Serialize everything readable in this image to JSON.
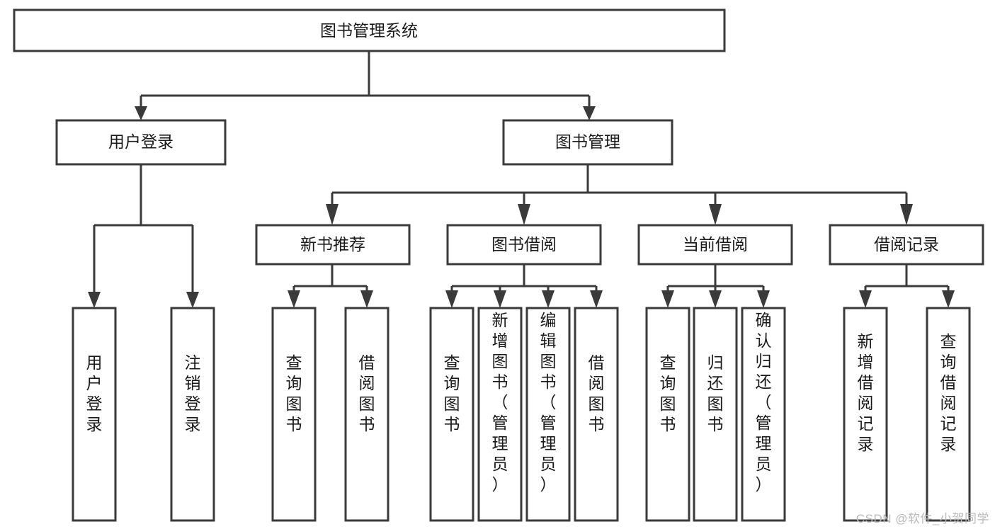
{
  "diagram": {
    "type": "tree",
    "title": "图书管理系统",
    "watermark": "CSDN @软件_小贺同学",
    "root": {
      "id": "root",
      "label": "图书管理系统",
      "orientation": "horizontal"
    },
    "level1": [
      {
        "id": "user-login",
        "label": "用户登录",
        "orientation": "horizontal"
      },
      {
        "id": "book-manage",
        "label": "图书管理",
        "orientation": "horizontal"
      }
    ],
    "level2": [
      {
        "id": "new-book-rec",
        "label": "新书推荐",
        "parent": "book-manage",
        "orientation": "horizontal"
      },
      {
        "id": "book-borrow",
        "label": "图书借阅",
        "parent": "book-manage",
        "orientation": "horizontal"
      },
      {
        "id": "current-borrow",
        "label": "当前借阅",
        "parent": "book-manage",
        "orientation": "horizontal"
      },
      {
        "id": "borrow-record",
        "label": "借阅记录",
        "parent": "book-manage",
        "orientation": "horizontal"
      }
    ],
    "leaves": [
      {
        "id": "leaf-user-login",
        "label": "用户登录",
        "parent": "user-login",
        "orientation": "vertical"
      },
      {
        "id": "leaf-user-logout",
        "label": "注销登录",
        "parent": "user-login",
        "orientation": "vertical"
      },
      {
        "id": "leaf-query-book-rec",
        "label": "查询图书",
        "parent": "new-book-rec",
        "orientation": "vertical"
      },
      {
        "id": "leaf-borrow-book-rec",
        "label": "借阅图书",
        "parent": "new-book-rec",
        "orientation": "vertical"
      },
      {
        "id": "leaf-query-book-bor",
        "label": "查询图书",
        "parent": "book-borrow",
        "orientation": "vertical"
      },
      {
        "id": "leaf-add-book",
        "label": "新增图书（管理员）",
        "parent": "book-borrow",
        "orientation": "vertical"
      },
      {
        "id": "leaf-edit-book",
        "label": "编辑图书（管理员）",
        "parent": "book-borrow",
        "orientation": "vertical"
      },
      {
        "id": "leaf-borrow-book-bor",
        "label": "借阅图书",
        "parent": "book-borrow",
        "orientation": "vertical"
      },
      {
        "id": "leaf-query-book-cur",
        "label": "查询图书",
        "parent": "current-borrow",
        "orientation": "vertical"
      },
      {
        "id": "leaf-return-book",
        "label": "归还图书",
        "parent": "current-borrow",
        "orientation": "vertical"
      },
      {
        "id": "leaf-confirm-return",
        "label": "确认归还（管理员）",
        "parent": "current-borrow",
        "orientation": "vertical"
      },
      {
        "id": "leaf-add-record",
        "label": "新增借阅记录",
        "parent": "borrow-record",
        "orientation": "vertical"
      },
      {
        "id": "leaf-query-record",
        "label": "查询借阅记录",
        "parent": "borrow-record",
        "orientation": "vertical"
      }
    ],
    "colors": {
      "box_fill": "#ffffff",
      "box_stroke": "#3a3a3a",
      "connector": "#3a3a3a",
      "text": "#1a1a1a",
      "watermark": "#b9b9b9",
      "background": "#ffffff"
    }
  }
}
